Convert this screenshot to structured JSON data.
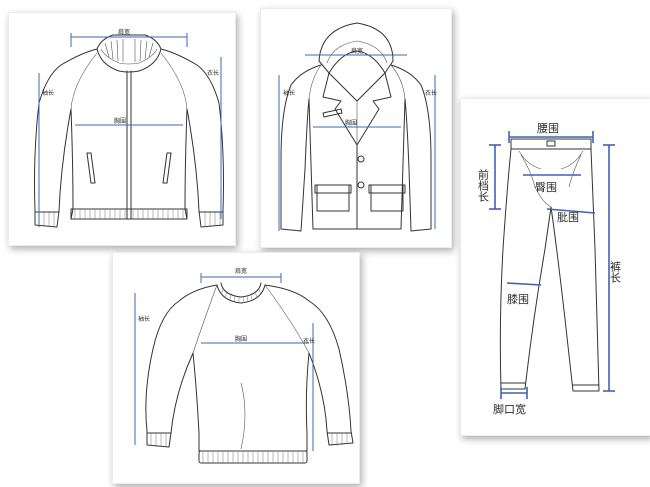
{
  "jacket": {
    "shoulder": "肩宽",
    "chest": "胸围",
    "sleeve": "袖长",
    "length": "衣长"
  },
  "blazer": {
    "shoulder": "肩宽",
    "chest": "胸围",
    "sleeve": "袖长",
    "length": "衣长"
  },
  "sweater": {
    "shoulder": "肩宽",
    "chest": "胸围",
    "sleeve": "袖长",
    "length": "衣长"
  },
  "pants": {
    "waist": "腰围",
    "front_rise": "前档长",
    "hip": "臀围",
    "thigh": "肶围",
    "length": "裤长",
    "knee": "膝围",
    "hem": "脚口宽"
  },
  "colors": {
    "dimension_line": "#3a68b4",
    "outline": "#333333"
  }
}
